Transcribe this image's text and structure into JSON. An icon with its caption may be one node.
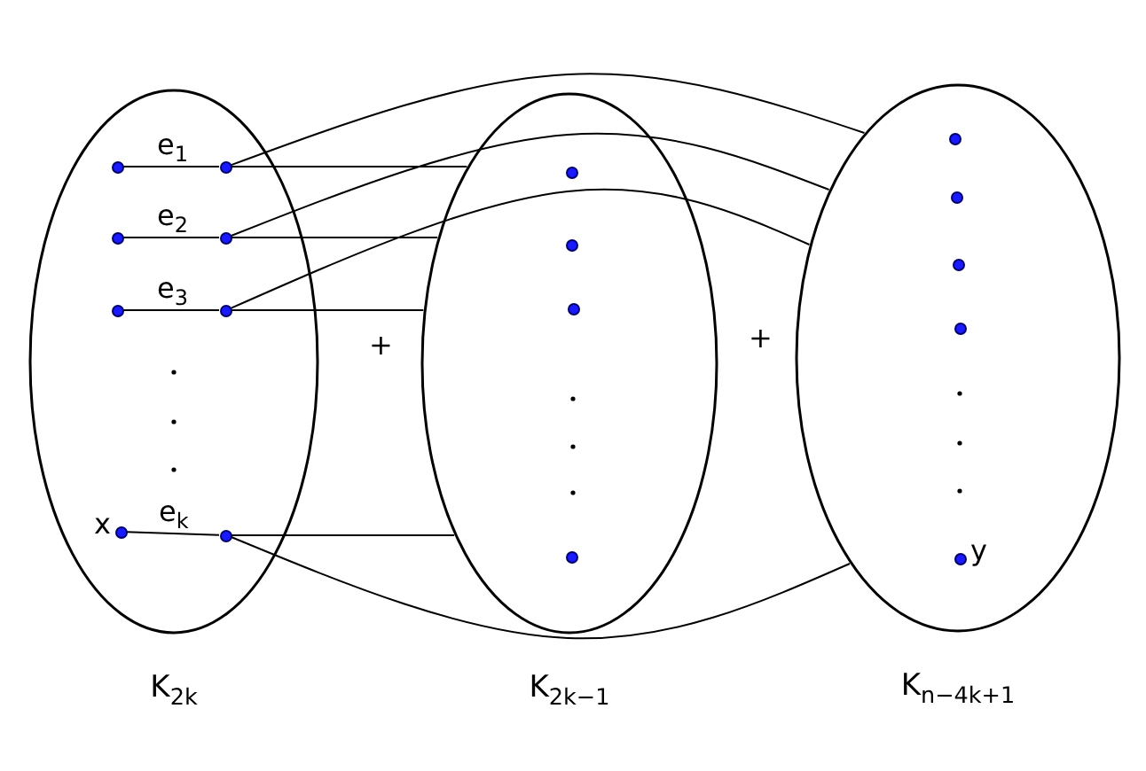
{
  "diagram": {
    "nodes": [
      {
        "text": [
          "K$_{2k}$"
        ]
      },
      {
        "text": [],
        "shape": "circle",
        "in": 0
      },
      {
        "text": [],
        "shape": "circle",
        "in": 0
      },
      {
        "text": [],
        "shape": "circle",
        "in": 0
      },
      {
        "text": [],
        "shape": "circle",
        "in": 0
      },
      {
        "text": [],
        "shape": "circle",
        "in": 0
      },
      {
        "text": [],
        "shape": "circle",
        "in": 0
      },
      {
        "text": [],
        "shape": "circle",
        "in": 0,
        "beside": [
          "x"
        ]
      },
      {
        "text": [],
        "shape": "circle",
        "in": 0
      },
      {
        "text": [
          "K$_{2k−1}$"
        ]
      },
      {
        "text": [],
        "shape": "circle",
        "in": 9
      },
      {
        "text": [],
        "shape": "circle",
        "in": 9
      },
      {
        "text": [],
        "shape": "circle",
        "in": 9
      },
      {
        "text": [],
        "shape": "circle",
        "in": 9
      },
      {
        "text": [
          "K$_{n−4k+1}$"
        ]
      },
      {
        "text": [],
        "shape": "circle",
        "in": 14
      },
      {
        "text": [],
        "shape": "circle",
        "in": 14
      },
      {
        "text": [],
        "shape": "circle",
        "in": 14
      },
      {
        "text": [],
        "shape": "circle",
        "in": 14
      },
      {
        "text": [],
        "shape": "circle",
        "in": 14,
        "beside": [
          "y"
        ]
      }
    ],
    "edges": [
      {
        "from": 1,
        "to": 2,
        "arrow": "none",
        "label": "e$_{1}$"
      },
      {
        "from": 3,
        "to": 4,
        "arrow": "none",
        "label": "e$_{2}$"
      },
      {
        "from": 5,
        "to": 6,
        "arrow": "none",
        "label": "e$_{3}$"
      },
      {
        "from": 7,
        "to": 8,
        "arrow": "none",
        "label": "e$_{k}$"
      },
      {
        "from": 2,
        "to": 9,
        "arrow": "none"
      },
      {
        "from": 4,
        "to": 9,
        "arrow": "none"
      },
      {
        "from": 6,
        "to": 9,
        "arrow": "none"
      },
      {
        "from": 8,
        "to": 9,
        "arrow": "none"
      },
      {
        "from": 2,
        "to": 14,
        "arrow": "none"
      },
      {
        "from": 4,
        "to": 14,
        "arrow": "none"
      },
      {
        "from": 6,
        "to": 14,
        "arrow": "none"
      },
      {
        "from": 8,
        "to": 14,
        "arrow": "none"
      }
    ],
    "labels": [
      "+",
      "+"
    ]
  }
}
